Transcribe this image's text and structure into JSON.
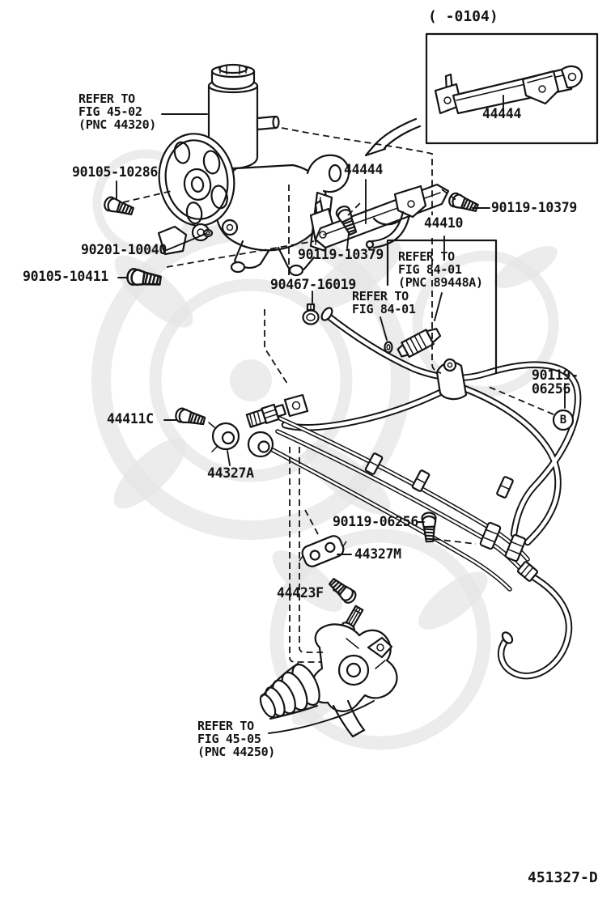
{
  "colors": {
    "background": "#ffffff",
    "ink": "#141414",
    "watermark": "#e6e6e6"
  },
  "diagram": {
    "inset_note": "(    -0104)",
    "inset_part_number": "44444",
    "drawing_number": "451327-D",
    "connector_marker": "B",
    "labels": {
      "refer_fig_45_02": "REFER TO\nFIG 45-02\n(PNC 44320)",
      "bolt_90105_10286": "90105-10286",
      "bracket_44444": "44444",
      "bolt_90119_10379_right": "90119-10379",
      "hose_assembly_44410": "44410",
      "refer_fig_84_01_pnc": "REFER TO\nFIG 84-01\n(PNC 89448A)",
      "nut_90201_10040": "90201-10040",
      "bolt_90119_10379_center": "90119-10379",
      "bolt_90105_10411": "90105-10411",
      "clamp_90467_16019": "90467-16019",
      "refer_fig_84_01": "REFER TO\nFIG 84-01",
      "bolt_90119_06256_right": "90119-06256",
      "bolt_44411c": "44411C",
      "clamp_44327a": "44327A",
      "bolt_90119_06256_mid": "90119-06256",
      "clamp_44327m": "44327M",
      "bolt_44423f": "44423F",
      "refer_fig_45_05": "REFER TO\nFIG 45-05\n(PNC 44250)"
    }
  }
}
